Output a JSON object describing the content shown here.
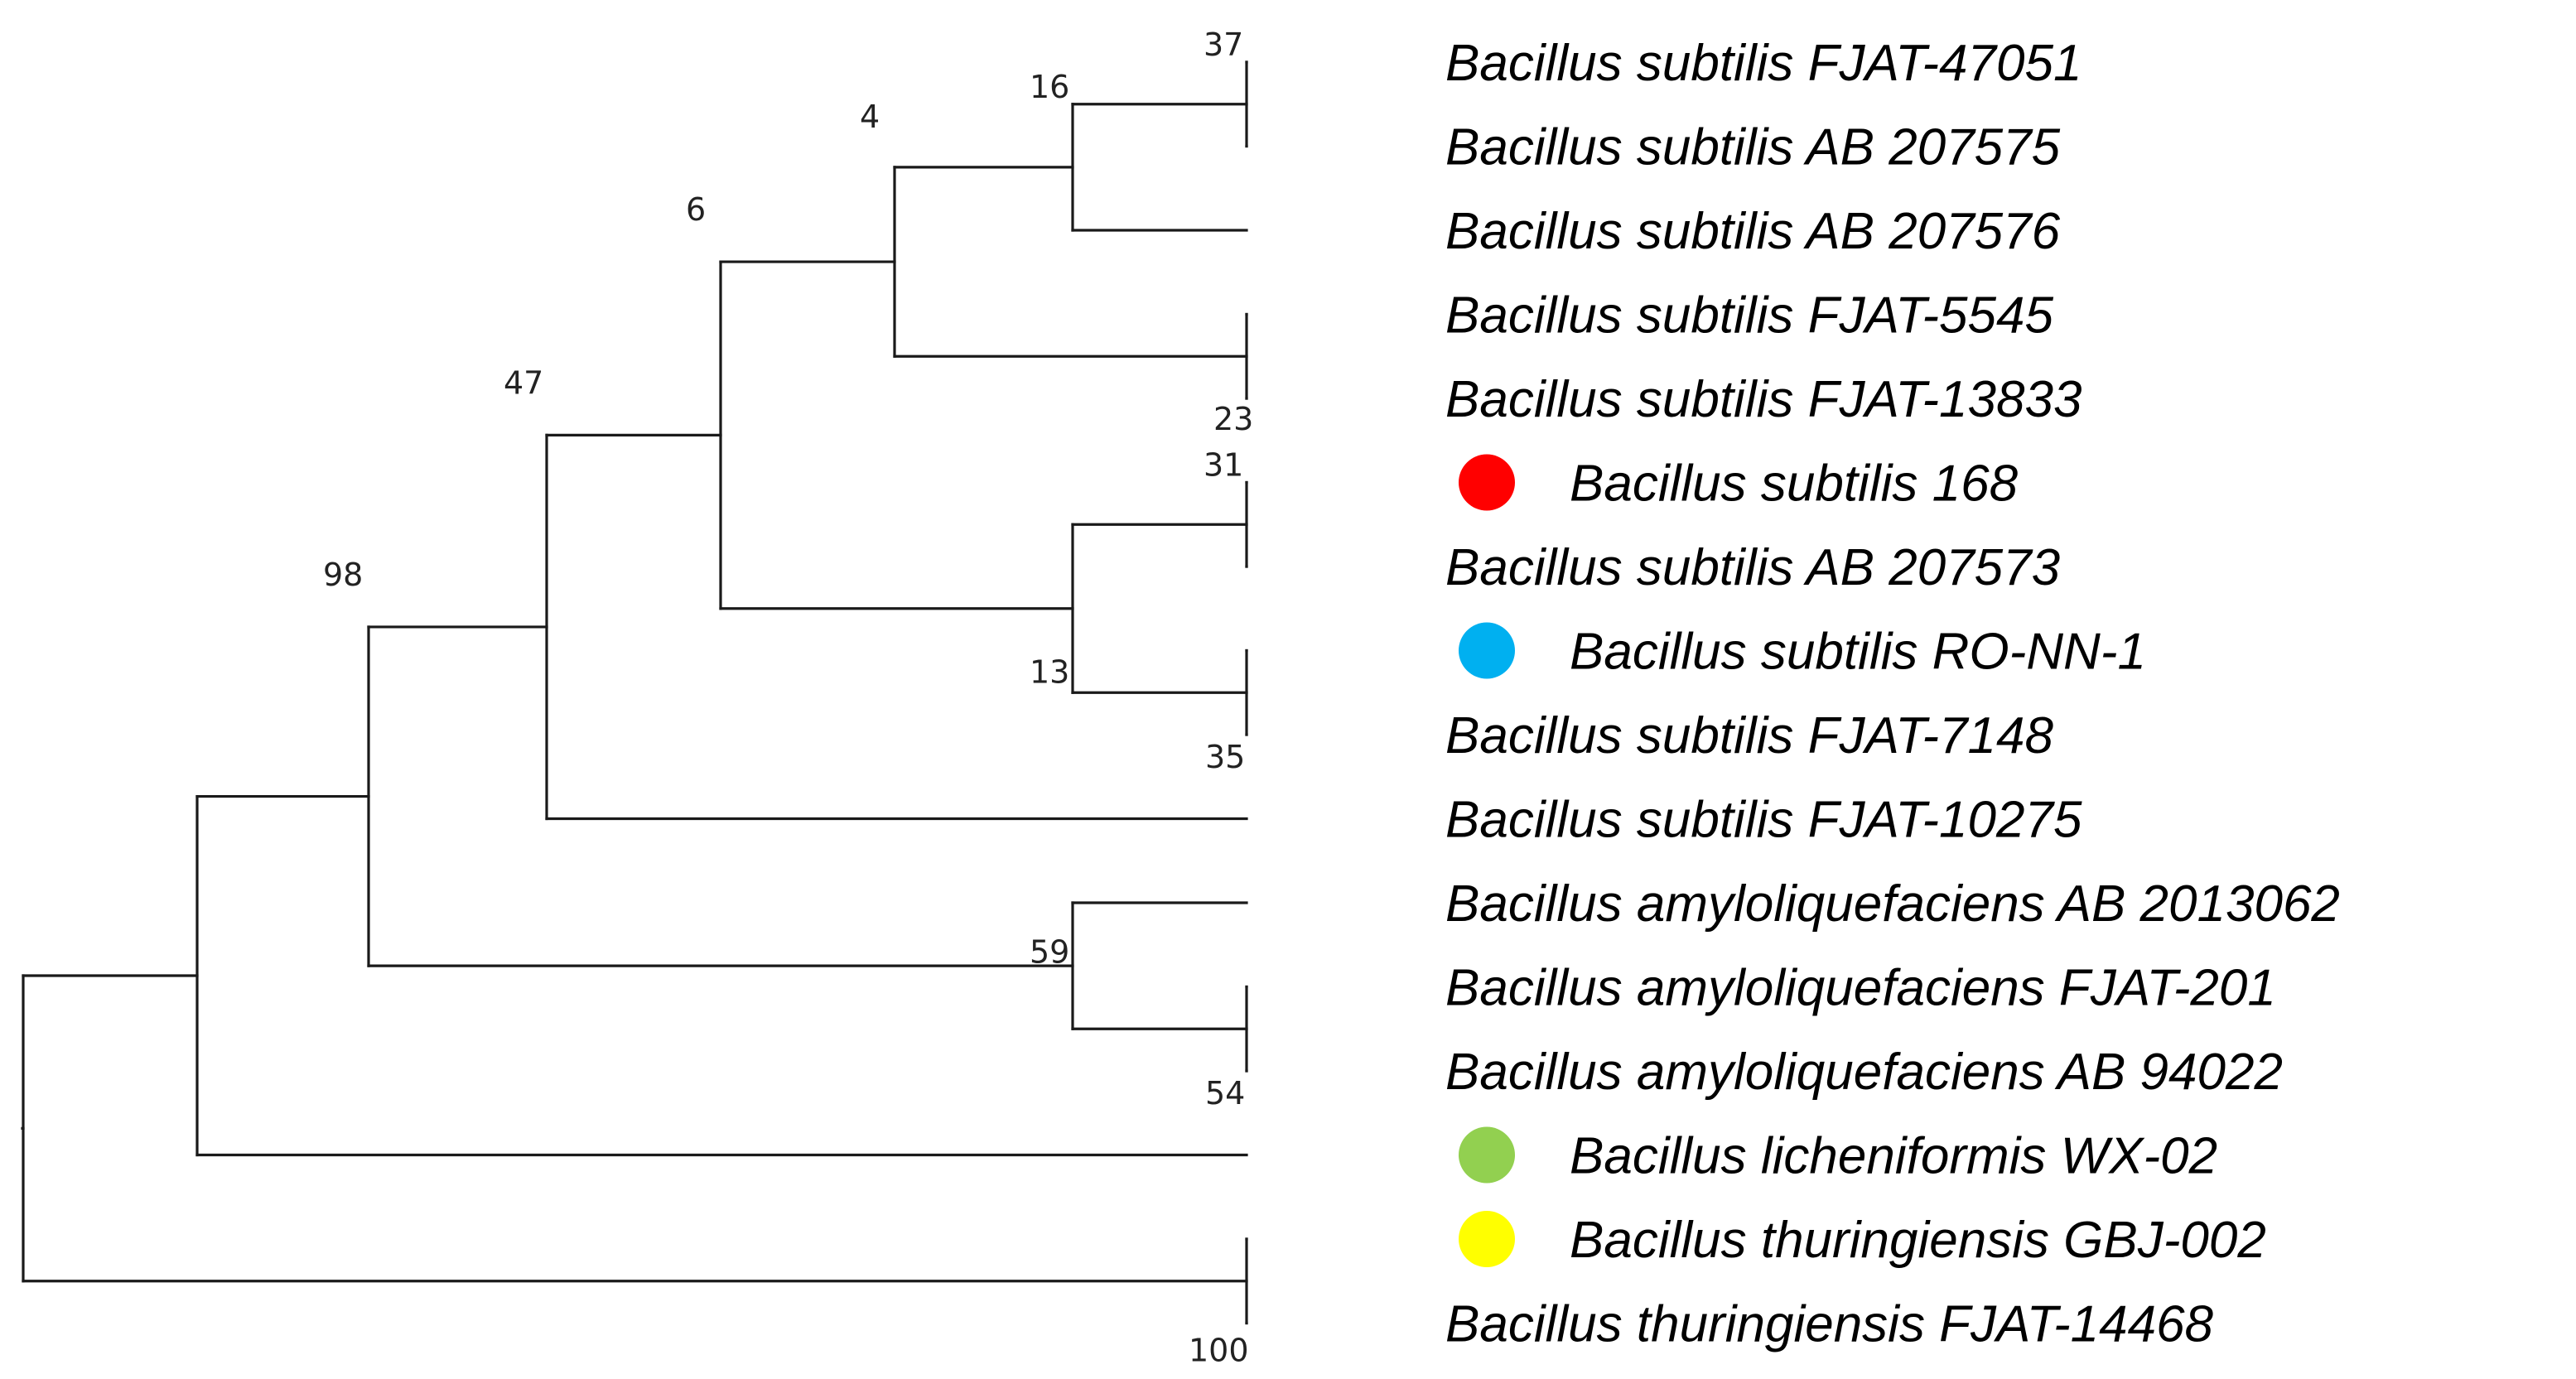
{
  "tree": {
    "taxa": [
      {
        "id": "t1",
        "label": "Bacillus subtilis FJAT-47051",
        "marker": null
      },
      {
        "id": "t2",
        "label": "Bacillus subtilis AB 207575",
        "marker": null
      },
      {
        "id": "t3",
        "label": "Bacillus subtilis AB 207576",
        "marker": null
      },
      {
        "id": "t4",
        "label": "Bacillus subtilis FJAT-5545",
        "marker": null
      },
      {
        "id": "t5",
        "label": "Bacillus subtilis FJAT-13833",
        "marker": null
      },
      {
        "id": "t6",
        "label": "Bacillus subtilis 168",
        "marker": "#ff0000"
      },
      {
        "id": "t7",
        "label": "Bacillus subtilis AB 207573",
        "marker": null
      },
      {
        "id": "t8",
        "label": "Bacillus subtilis RO-NN-1",
        "marker": "#00b0f0"
      },
      {
        "id": "t9",
        "label": "Bacillus subtilis FJAT-7148",
        "marker": null
      },
      {
        "id": "t10",
        "label": "Bacillus subtilis FJAT-10275",
        "marker": null
      },
      {
        "id": "t11",
        "label": "Bacillus amyloliquefaciens AB 2013062",
        "marker": null
      },
      {
        "id": "t12",
        "label": "Bacillus amyloliquefaciens FJAT-201",
        "marker": null
      },
      {
        "id": "t13",
        "label": "Bacillus amyloliquefaciens AB 94022",
        "marker": null
      },
      {
        "id": "t14",
        "label": "Bacillus licheniformis WX-02",
        "marker": "#92d050"
      },
      {
        "id": "t15",
        "label": "Bacillus thuringiensis GBJ-002",
        "marker": "#ffff00"
      },
      {
        "id": "t16",
        "label": "Bacillus thuringiensis FJAT-14468",
        "marker": null
      }
    ],
    "clades": [
      {
        "id": "n_t1_t2",
        "children": [
          "t1",
          "t2"
        ],
        "bootstrap": "37"
      },
      {
        "id": "n_t1_t3",
        "children": [
          "n_t1_t2",
          "t3"
        ],
        "bootstrap": "16"
      },
      {
        "id": "n_t4_t5",
        "children": [
          "t4",
          "t5"
        ],
        "bootstrap": "23"
      },
      {
        "id": "n_t1_t5",
        "children": [
          "n_t1_t3",
          "n_t4_t5"
        ],
        "bootstrap": "4"
      },
      {
        "id": "n_t6_t7",
        "children": [
          "t6",
          "t7"
        ],
        "bootstrap": "31"
      },
      {
        "id": "n_t8_t9",
        "children": [
          "t8",
          "t9"
        ],
        "bootstrap": "35"
      },
      {
        "id": "n_t6_t9",
        "children": [
          "n_t6_t7",
          "n_t8_t9"
        ],
        "bootstrap": "13"
      },
      {
        "id": "n_t1_t9",
        "children": [
          "n_t1_t5",
          "n_t6_t9"
        ],
        "bootstrap": "6"
      },
      {
        "id": "n_t1_t10",
        "children": [
          "n_t1_t9",
          "t10"
        ],
        "bootstrap": "47"
      },
      {
        "id": "n_t12_t13",
        "children": [
          "t12",
          "t13"
        ],
        "bootstrap": "54"
      },
      {
        "id": "n_t11_t13",
        "children": [
          "t11",
          "n_t12_t13"
        ],
        "bootstrap": "59"
      },
      {
        "id": "n_t1_t13",
        "children": [
          "n_t1_t10",
          "n_t11_t13"
        ],
        "bootstrap": "98"
      },
      {
        "id": "n_t1_t14",
        "children": [
          "n_t1_t13",
          "t14"
        ],
        "bootstrap": ""
      },
      {
        "id": "n_t15_t16",
        "children": [
          "t15",
          "t16"
        ],
        "bootstrap": "100"
      },
      {
        "id": "root",
        "children": [
          "n_t1_t14",
          "n_t15_t16"
        ],
        "bootstrap": ""
      }
    ]
  }
}
